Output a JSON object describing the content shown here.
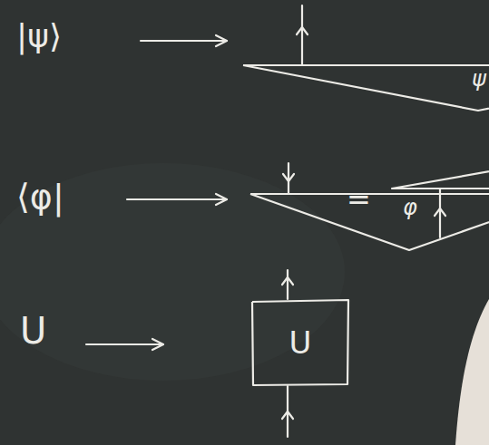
{
  "diagram": {
    "nodes": [
      {
        "text": [
          "ψ"
        ]
      },
      {
        "text": [
          "φ"
        ]
      },
      {
        "text": [
          "φ"
        ]
      },
      {
        "text": [
          "U"
        ]
      }
    ],
    "labels": [
      "|ψ⟩",
      "⟨φ|",
      "=",
      "U"
    ]
  }
}
